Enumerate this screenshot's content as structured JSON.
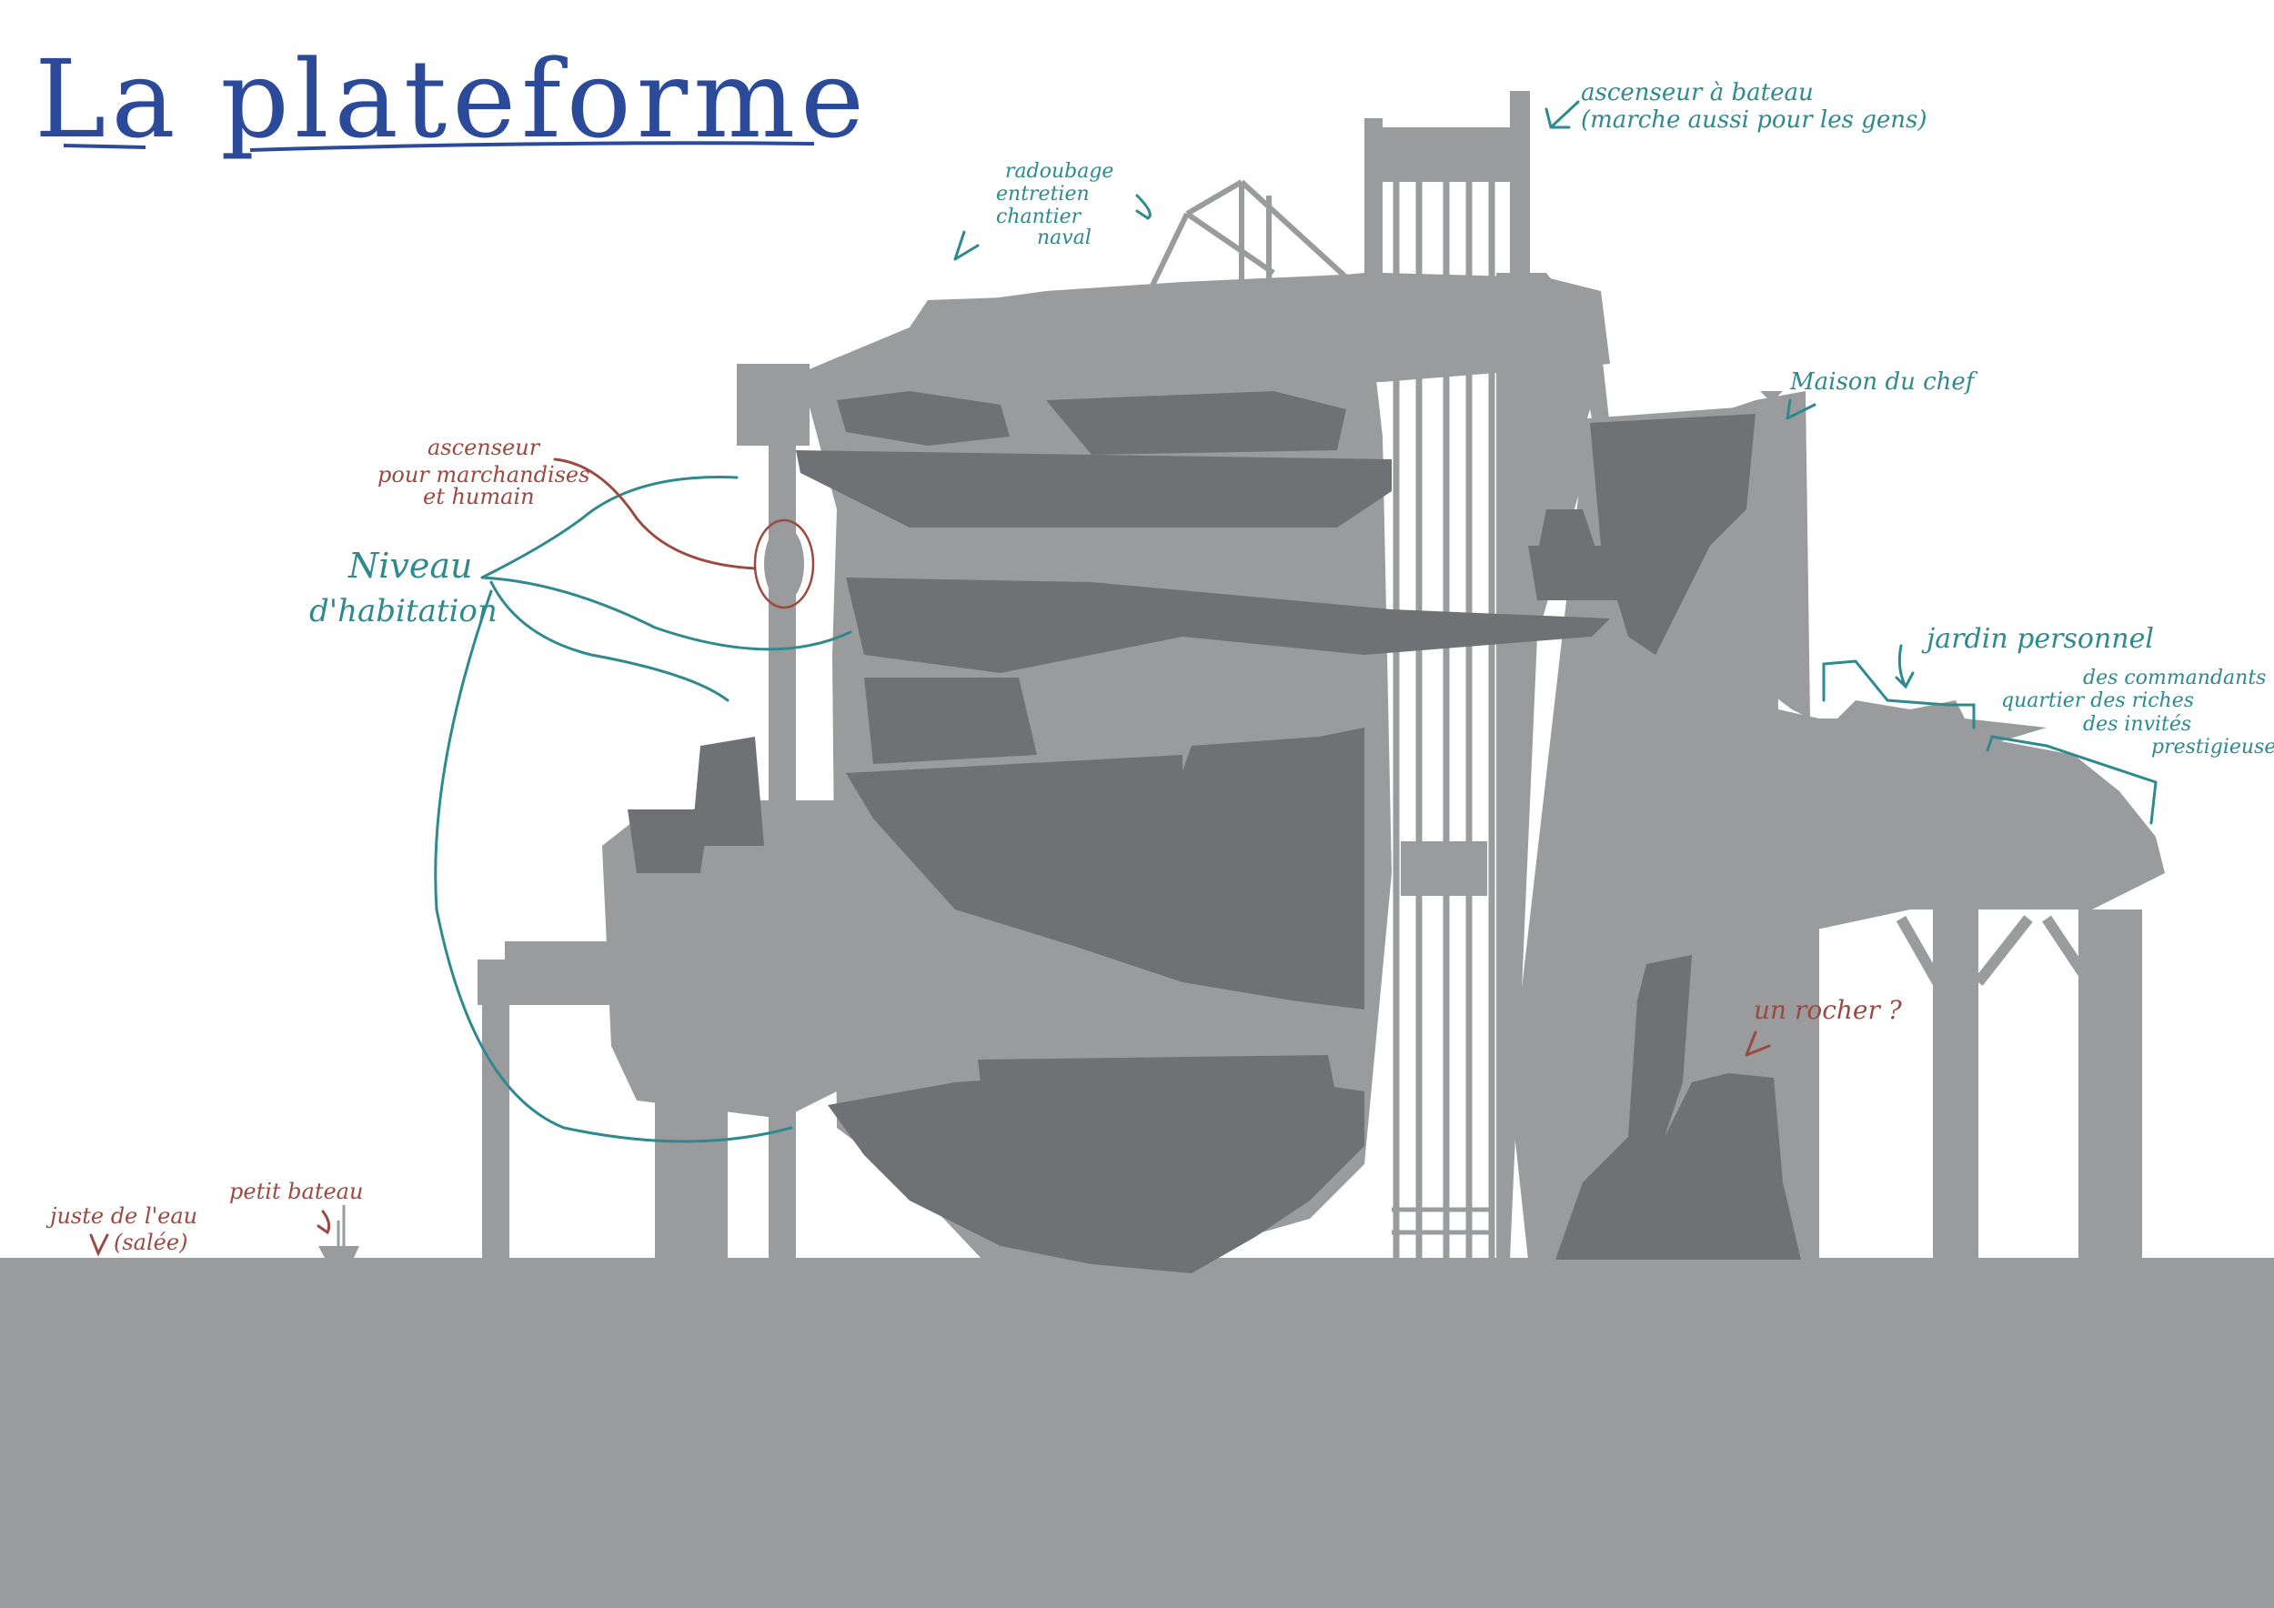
{
  "title": "La plateforme",
  "colors": {
    "title": "#2b4a9a",
    "annotation_teal": "#2e8a8f",
    "annotation_red": "#9a4a40",
    "structure_light": "#9a9b9d",
    "structure_dark": "#707174",
    "background": "#ffffff"
  },
  "annotations": {
    "boat_lift": {
      "line1": "ascenseur à bateau",
      "line2": "(marche aussi pour les gens)"
    },
    "shipyard": {
      "line1": "radoubage",
      "line2": "entretien",
      "line3": "chantier",
      "line4": "naval"
    },
    "chief_house": "Maison du chef",
    "garden": "jardin personnel",
    "quarter": {
      "line1": "des commandants",
      "line2": "quartier des riches",
      "line3": "des invités",
      "line4": "prestigieuse"
    },
    "goods_lift": {
      "line1": "ascenseur",
      "line2": "pour marchandises",
      "line3": "et humain"
    },
    "living_level": {
      "line1": "Niveau",
      "line2": "d'habitation"
    },
    "rock": "un rocher ?",
    "water": {
      "line1": "juste de l'eau",
      "line2": "(salée)"
    },
    "small_boat": "petit bateau"
  }
}
